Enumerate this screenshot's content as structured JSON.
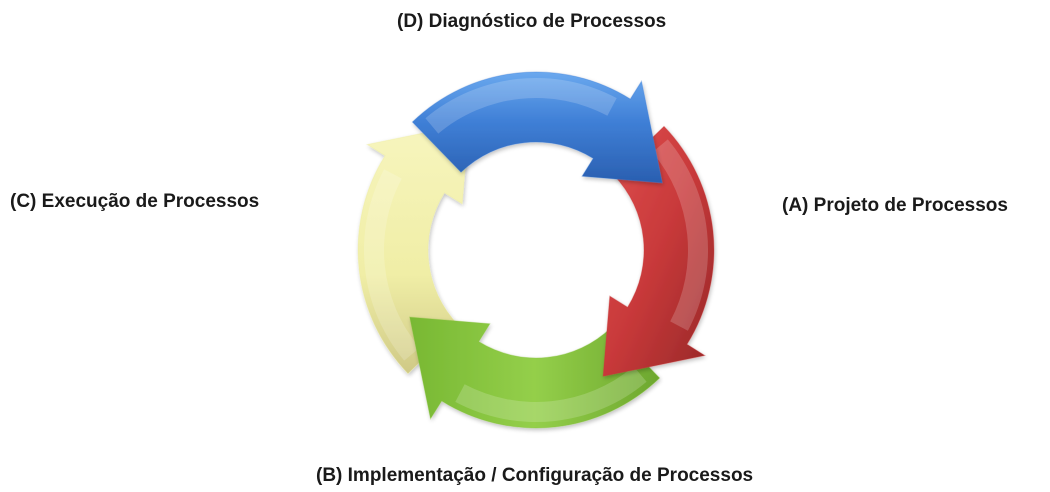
{
  "labels": {
    "top": "(D) Diagnóstico de Processos",
    "left": "(C) Execução de Processos",
    "right": "(A) Projeto de Processos",
    "bottom": "(B) Implementação / Configuração de Processos"
  },
  "arrows": [
    {
      "name": "arrow-diagnostico",
      "color": "#3f7fd6"
    },
    {
      "name": "arrow-projeto",
      "color": "#c8393a"
    },
    {
      "name": "arrow-implementacao",
      "color": "#86c440"
    },
    {
      "name": "arrow-execucao",
      "color": "#ecec9a"
    }
  ]
}
